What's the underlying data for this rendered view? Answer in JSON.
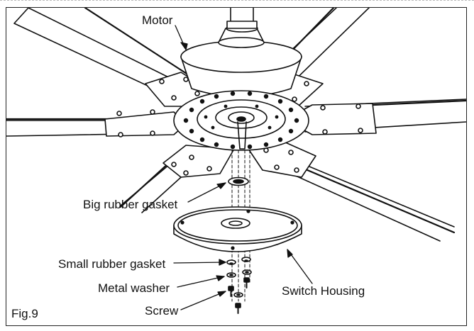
{
  "figure": {
    "label": "Fig.9"
  },
  "labels": {
    "motor": "Motor",
    "big_gasket": "Big rubber gasket",
    "small_gasket": "Small rubber gasket",
    "metal_washer": "Metal washer",
    "screw": "Screw",
    "switch_housing": "Switch Housing"
  },
  "colors": {
    "stroke": "#111111",
    "fill": "#ffffff",
    "shade": "#e6e6e6"
  }
}
